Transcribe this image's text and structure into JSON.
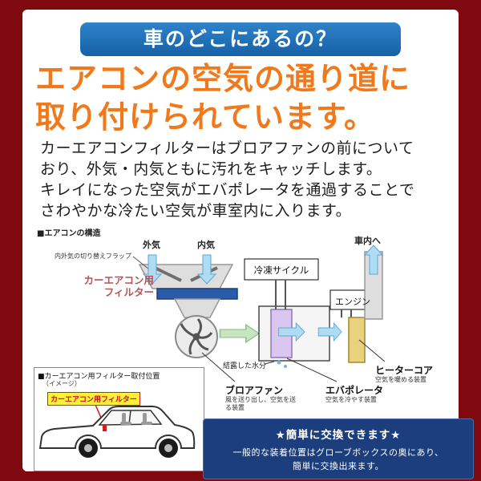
{
  "colors": {
    "frame": "#7e0a10",
    "header_bg": "#1a6cb5",
    "headline": "#f0791c",
    "filter_label": "#b55454",
    "filter_fill": "#2a5caa",
    "evaporator_fill": "#d9c7ef",
    "heater_fill": "#e8d27e",
    "arrow_blue": "#aedcf2",
    "arrow_green": "#c6e5c0",
    "info_bg": "#1c3e7c",
    "tag_bg": "#ffef3a",
    "tag_text": "#cc1111"
  },
  "header": {
    "title": "車のどこにあるの？"
  },
  "headline": {
    "line1": "エアコンの空気の通り道に",
    "line2": "取り付けられています。"
  },
  "body": {
    "lines": [
      "カーエアコンフィルターはブロアファンの前について",
      "おり、外気・内気ともに汚れをキャッチします。",
      "キレイになった空気がエバポレータを通過することで",
      "さわやかな冷たい空気が車室内に入ります。"
    ]
  },
  "diagram": {
    "title": "■エアコンの構造",
    "outside_air": "外気",
    "inside_air": "内気",
    "flap_note": "内外気の切り替えフラップ",
    "filter_line1": "カーエアコン用",
    "filter_line2": "フィルター",
    "refrigeration_cycle": "冷凍サイクル",
    "engine": "エンジン",
    "to_cabin": "車内へ",
    "condensed_water": "結露した水分",
    "blower_fan": "ブロアファン",
    "blower_fan_desc": "風を送り出し、空気を送る装置",
    "evaporator": "エバポレータ",
    "evaporator_desc": "空気を冷やす装置",
    "heater_core": "ヒーターコア",
    "heater_core_desc": "空気を暖める装置"
  },
  "position_box": {
    "title": "■カーエアコン用フィルター取付位置",
    "subtitle": "（イメージ）",
    "tag": "カーエアコン用フィルター"
  },
  "info_box": {
    "title": "★簡単に交換できます★",
    "line1": "一般的な装着位置はグローブボックスの奥にあり、",
    "line2": "簡単に交換出来ます。"
  }
}
